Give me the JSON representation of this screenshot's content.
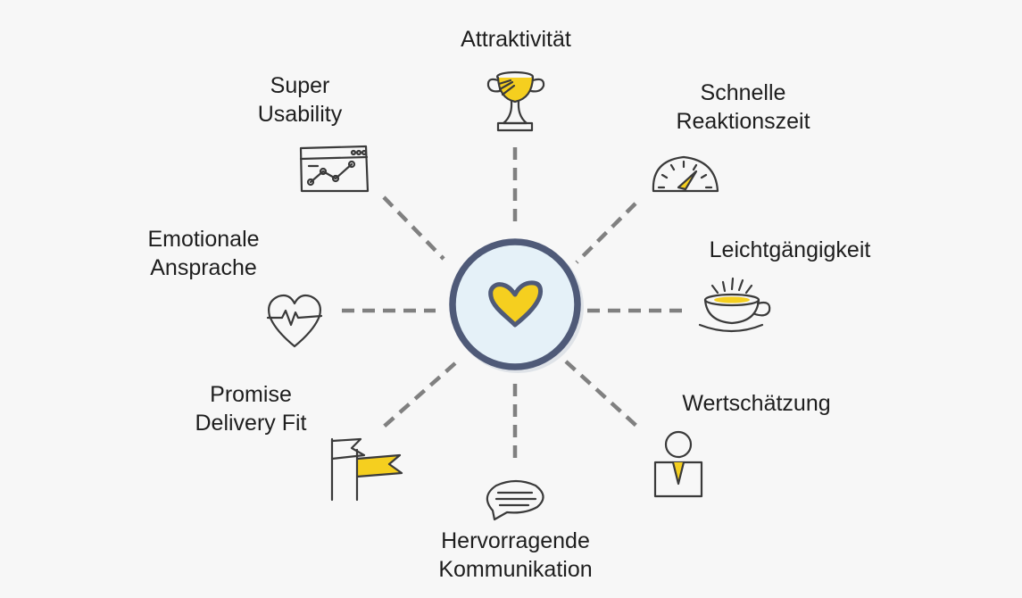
{
  "center": {
    "icon": "heart-icon"
  },
  "colors": {
    "background": "#f7f7f7",
    "accent_yellow": "#f5cf1f",
    "ring_navy": "#4f5a78",
    "center_fill": "#e5f1f8",
    "dash_gray": "#808080"
  },
  "nodes": {
    "attraktivitaet": {
      "lines": [
        "Attraktivität"
      ],
      "icon": "trophy-icon"
    },
    "schnelle": {
      "lines": [
        "Schnelle",
        "Reaktionszeit"
      ],
      "icon": "speedometer-icon"
    },
    "leicht": {
      "lines": [
        "Leichtgängigkeit"
      ],
      "icon": "coffee-cup-icon"
    },
    "wert": {
      "lines": [
        "Wertschätzung"
      ],
      "icon": "person-icon"
    },
    "hervor": {
      "lines": [
        "Hervorragende",
        "Kommunikation"
      ],
      "icon": "speech-bubble-icon"
    },
    "promise": {
      "lines": [
        "Promise",
        "Delivery Fit"
      ],
      "icon": "flag-icon"
    },
    "emotional": {
      "lines": [
        "Emotionale",
        "Ansprache"
      ],
      "icon": "heartbeat-icon"
    },
    "super": {
      "lines": [
        "Super",
        "Usability"
      ],
      "icon": "browser-chart-icon"
    }
  }
}
